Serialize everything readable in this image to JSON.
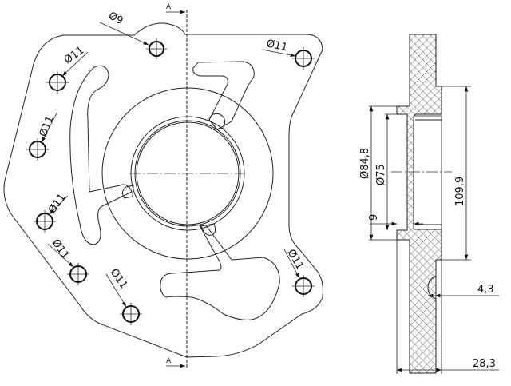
{
  "section_marks": {
    "top": "A",
    "bottom": "A"
  },
  "front_view": {
    "hole_callouts": [
      "Ø9",
      "Ø11",
      "Ø11",
      "Ø11",
      "Ø11",
      "Ø11",
      "Ø11",
      "Ø11"
    ]
  },
  "section_view": {
    "dim_outer_bore": "Ø84,8",
    "dim_inner_bore": "Ø75",
    "dim_step": "9",
    "dim_hub_height": "109,9",
    "dim_recess": "4,3",
    "dim_total_thickness": "28,3"
  }
}
